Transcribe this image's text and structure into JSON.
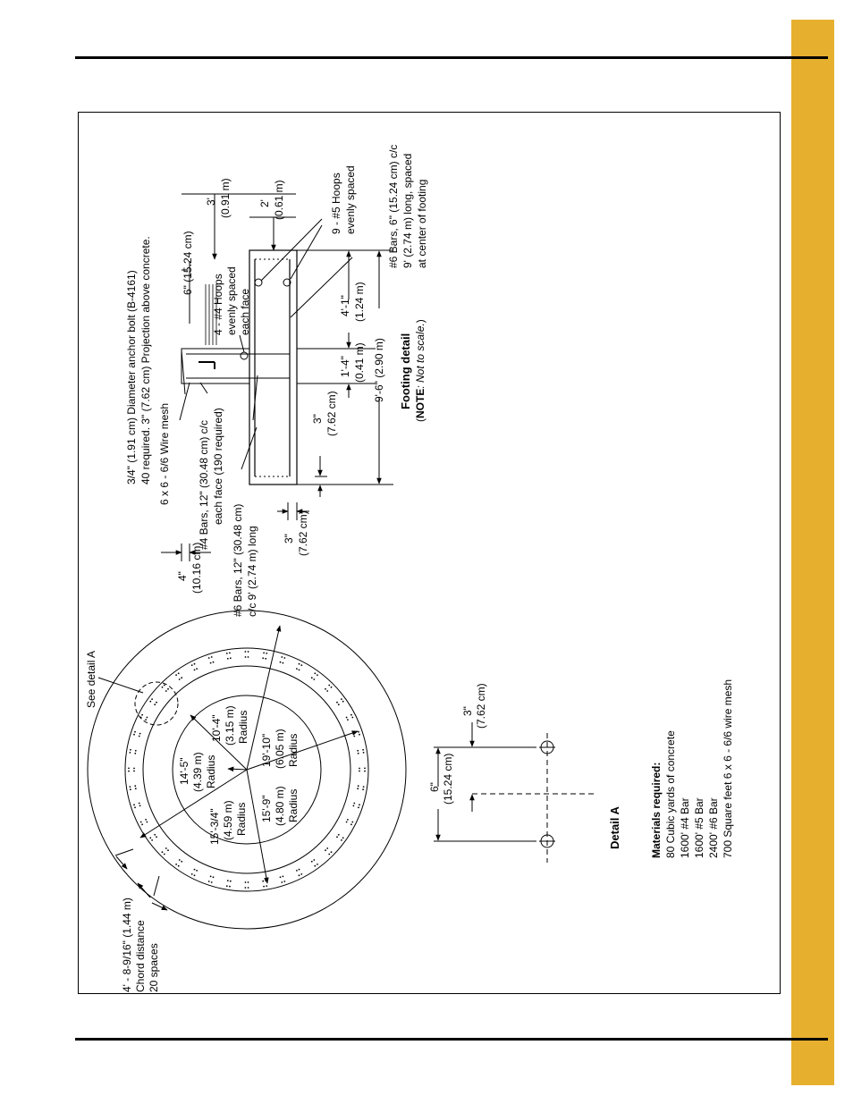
{
  "colors": {
    "tab": "#E6AF2E",
    "ink": "#000000"
  },
  "anchor_bolt_note": [
    "3/4\" (1.91 cm) Diameter anchor bolt (B-4161)",
    "40 required. 3\" (7.62 cm) Projection above concrete."
  ],
  "wire_mesh_note": "6 x 6 - 6/6 Wire mesh",
  "four_bars_note": [
    "#4 Bars, 12\" (30.48 cm) c/c",
    "each face (190 required)"
  ],
  "six_bars_left_note": [
    "#6 Bars, 12\" (30.48 cm)",
    "c/c 9' (2.74 m) long"
  ],
  "four_hoops_note": [
    "4 - #4 Hoops",
    "evenly spaced",
    "each face"
  ],
  "five_hoops_note": [
    "9 - #5 Hoops",
    "evenly spaced"
  ],
  "six_bars_right_note": [
    "#6 Bars, 6\" (15.24 cm) c/c",
    "9' (2.74 m) long, spaced",
    "at center of footing"
  ],
  "dim_top_6in": "6\" (15.24 cm)",
  "dim_3ft": [
    "3'",
    "(0.91 m)"
  ],
  "dim_2ft": [
    "2'",
    "(0.61 m)"
  ],
  "dim_4in": [
    "4\"",
    "(10.16 cm)"
  ],
  "dim_3in_left": [
    "3\"",
    "(7.62 cm)"
  ],
  "dim_3in_bottom": [
    "3\"",
    "(7.62 cm)"
  ],
  "dim_1ft4": [
    "1'-4\"",
    "(0.41 m)"
  ],
  "dim_4ft1": [
    "4'-1\"",
    "(1.24 m)"
  ],
  "dim_9ft6": "9'-6\" (2.90 m)",
  "footing_title": "Footing detail",
  "footing_note_label": "NOTE",
  "footing_note_text": ": Not to scale.",
  "see_detail_a": "See detail A",
  "radius_14_5": [
    "14'-5\"",
    "(4.39 m)",
    "Radius"
  ],
  "radius_10_4": [
    "10'-4\"",
    "(3.15 m)",
    "Radius"
  ],
  "radius_15_3_4": [
    "15'-3/4\"",
    "(4.59 m)",
    "Radius"
  ],
  "radius_15_9": [
    "15'-9\"",
    "(4.80 m)",
    "Radius"
  ],
  "radius_19_10": [
    "19'-10\"",
    "(6.05 m)",
    "Radius"
  ],
  "chord_note": [
    "4' - 8-9/16\" (1.44 m)",
    "Chord distance",
    "20 spaces"
  ],
  "detail_a_title": "Detail A",
  "detail_a_6in": [
    "6\"",
    "(15.24 cm)"
  ],
  "detail_a_3in": [
    "3\"",
    "(7.62 cm)"
  ],
  "materials_title": "Materials required:",
  "materials": [
    "80 Cubic yards of concrete",
    "1600' #4 Bar",
    "1600' #5 Bar",
    "2400' #6 Bar",
    "700 Square feet 6 x 6 - 6/6 wire mesh"
  ]
}
